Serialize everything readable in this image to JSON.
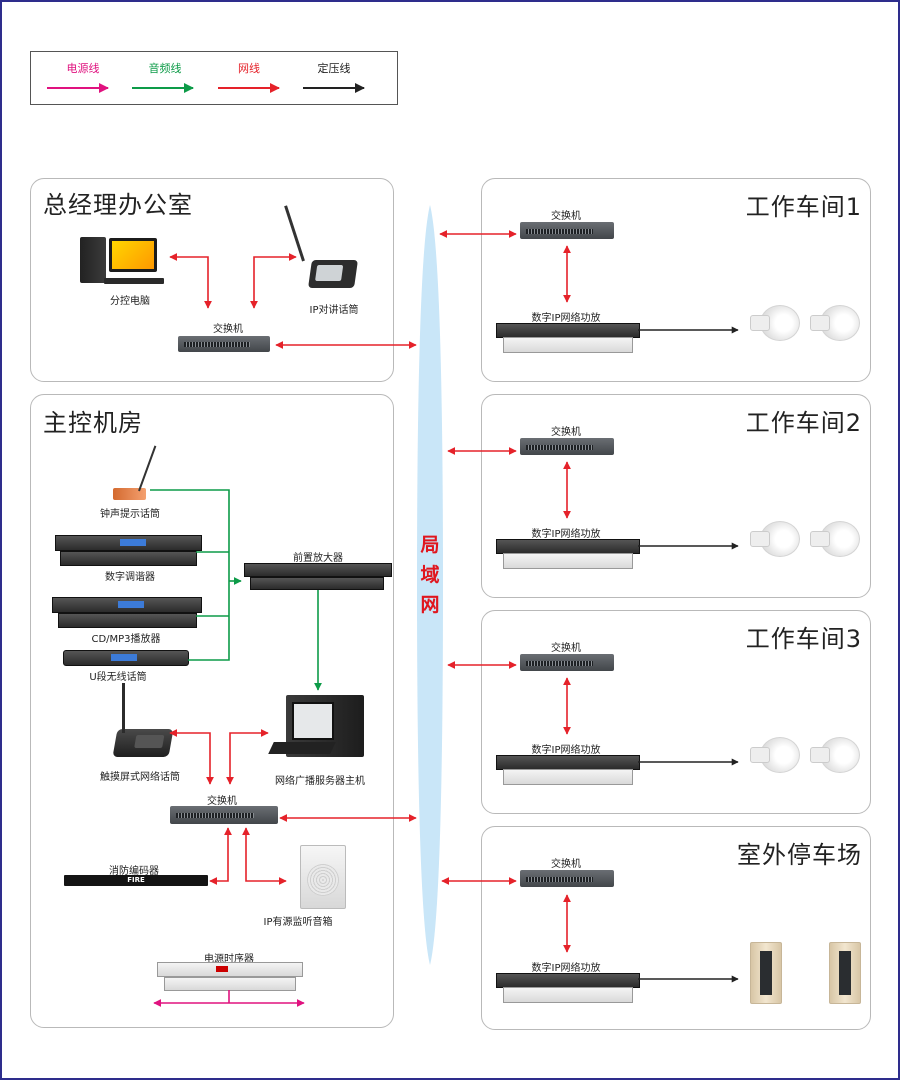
{
  "legend": {
    "items": [
      {
        "label": "电源线",
        "color": "#e0127f"
      },
      {
        "label": "音频线",
        "color": "#0d9b48"
      },
      {
        "label": "网线",
        "color": "#e5222a"
      },
      {
        "label": "定压线",
        "color": "#222222"
      }
    ]
  },
  "lan": {
    "label_chars": [
      "局",
      "域",
      "网"
    ],
    "color": "#c9e6f8"
  },
  "panels": {
    "office": {
      "title": "总经理办公室",
      "devices": {
        "pc": "分控电脑",
        "ip_mic": "IP对讲话筒",
        "switch": "交换机"
      }
    },
    "control_room": {
      "title": "主控机房",
      "devices": {
        "chime_mic": "钟声提示话筒",
        "tuner": "数字调谐器",
        "cd_player": "CD/MP3播放器",
        "wireless_mic": "U段无线话筒",
        "preamp": "前置放大器",
        "touch_mic": "触摸屏式网络话筒",
        "server": "网络广播服务器主机",
        "switch": "交换机",
        "fire_encoder": "消防编码器",
        "fire_label": "FIRE",
        "monitor_speaker": "IP有源监听音箱",
        "power_sequencer": "电源时序器"
      }
    },
    "workshops": [
      {
        "title": "工作车间1",
        "switch": "交换机",
        "amp": "数字IP网络功放",
        "speaker_type": "horn"
      },
      {
        "title": "工作车间2",
        "switch": "交换机",
        "amp": "数字IP网络功放",
        "speaker_type": "horn"
      },
      {
        "title": "工作车间3",
        "switch": "交换机",
        "amp": "数字IP网络功放",
        "speaker_type": "horn"
      },
      {
        "title": "室外停车场",
        "switch": "交换机",
        "amp": "数字IP网络功放",
        "speaker_type": "column"
      }
    ]
  }
}
